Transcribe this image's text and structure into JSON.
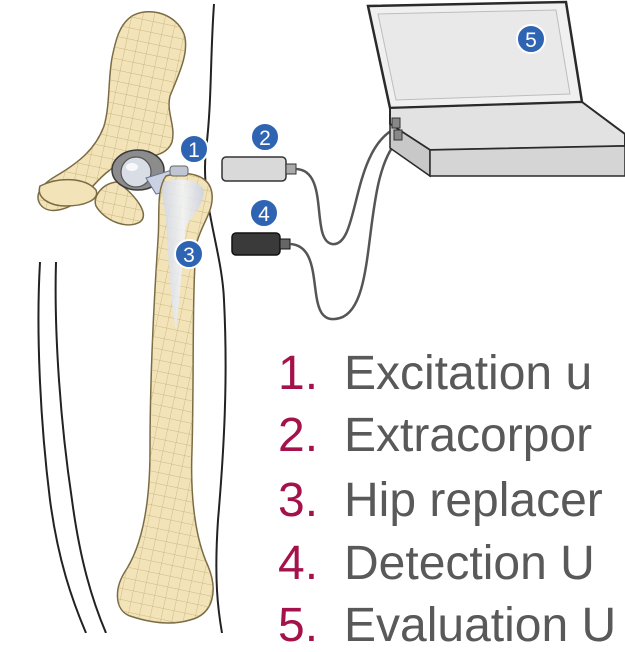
{
  "diagram": {
    "badges": [
      "1",
      "2",
      "3",
      "4",
      "5"
    ],
    "legend": [
      {
        "number": "1.",
        "text": "Excitation u"
      },
      {
        "number": "2.",
        "text": "Extracorpor"
      },
      {
        "number": "3.",
        "text": "Hip replacer"
      },
      {
        "number": "4.",
        "text": "Detection U"
      },
      {
        "number": "5.",
        "text": "Evaluation U"
      }
    ]
  },
  "colors": {
    "bone": "#f2e3b8",
    "bone_outline": "#7a6b44",
    "mesh": "#b79d63",
    "implant": "#e7eaf2",
    "badge": "#2f64b3",
    "legend_number": "#a3124a",
    "legend_text": "#595959",
    "device_light": "#d9d9d9",
    "device_dark": "#3a3a3a"
  }
}
